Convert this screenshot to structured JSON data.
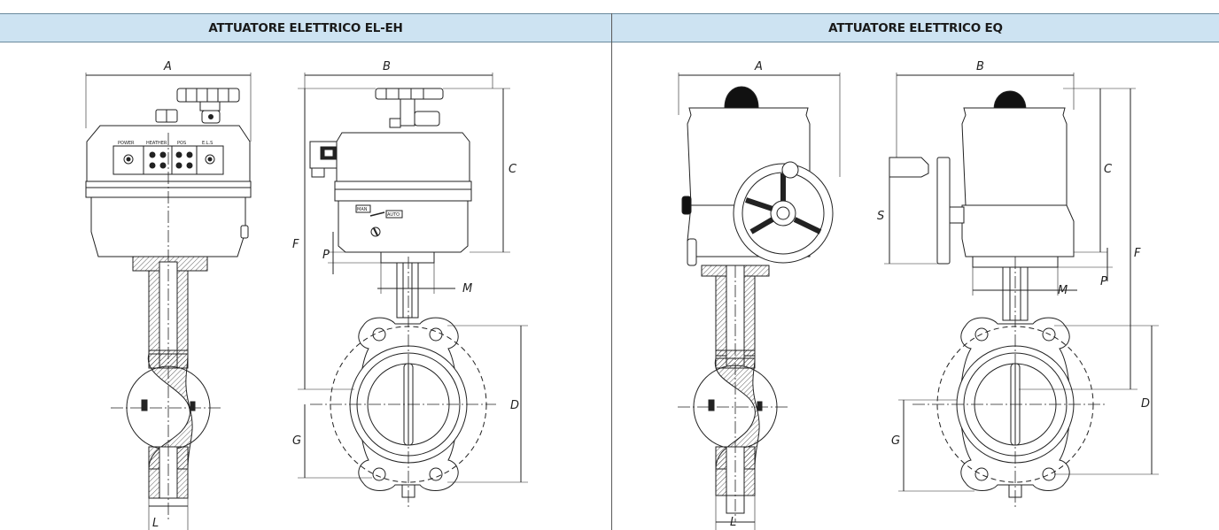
{
  "headers": {
    "left": "ATTUATORE ELETTRICO EL-EH",
    "right": "ATTUATORE ELETTRICO EQ"
  },
  "dims": {
    "A": "A",
    "B": "B",
    "C": "C",
    "D": "D",
    "F": "F",
    "G": "G",
    "L": "L",
    "M": "M",
    "P": "P",
    "S": "S"
  },
  "panel": {
    "power": "POWER",
    "heather": "HEATHER",
    "pos": "POS",
    "els": "E.L.S"
  },
  "switch": {
    "man": "MAN",
    "auto": "AUTO"
  }
}
